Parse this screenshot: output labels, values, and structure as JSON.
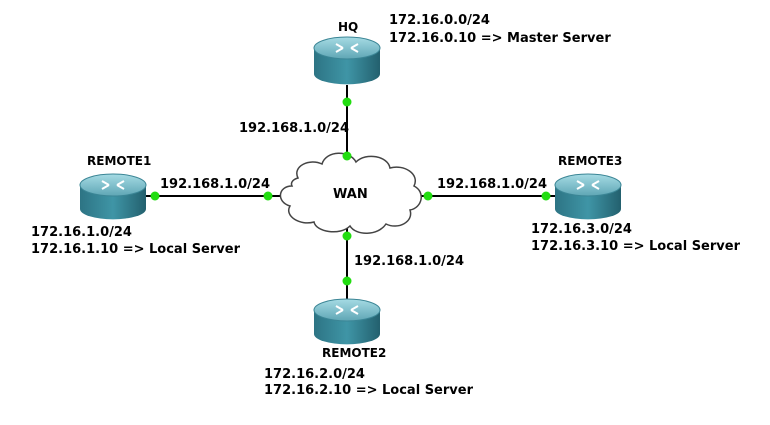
{
  "colors": {
    "link": "#000000",
    "port": "#22dd11",
    "router_top": "#7dbfcc",
    "router_body": "#2f7f8f",
    "cloud_fill": "#ffffff",
    "cloud_stroke": "#444444"
  },
  "cloud": {
    "label": "WAN",
    "icon": "cloud-icon"
  },
  "routers": {
    "hq": {
      "name": "HQ",
      "icon": "router-icon",
      "net": "172.16.0.0/24",
      "server": "172.16.0.10 => Master Server"
    },
    "remote1": {
      "name": "REMOTE1",
      "icon": "router-icon",
      "net": "172.16.1.0/24",
      "server": "172.16.1.10 => Local Server"
    },
    "remote2": {
      "name": "REMOTE2",
      "icon": "router-icon",
      "net": "172.16.2.0/24",
      "server": "172.16.2.10 => Local Server"
    },
    "remote3": {
      "name": "REMOTE3",
      "icon": "router-icon",
      "net": "172.16.3.0/24",
      "server": "172.16.3.10 => Local Server"
    }
  },
  "links": {
    "hq": {
      "subnet": "192.168.1.0/24"
    },
    "remote1": {
      "subnet": "192.168.1.0/24"
    },
    "remote2": {
      "subnet": "192.168.1.0/24"
    },
    "remote3": {
      "subnet": "192.168.1.0/24"
    }
  }
}
